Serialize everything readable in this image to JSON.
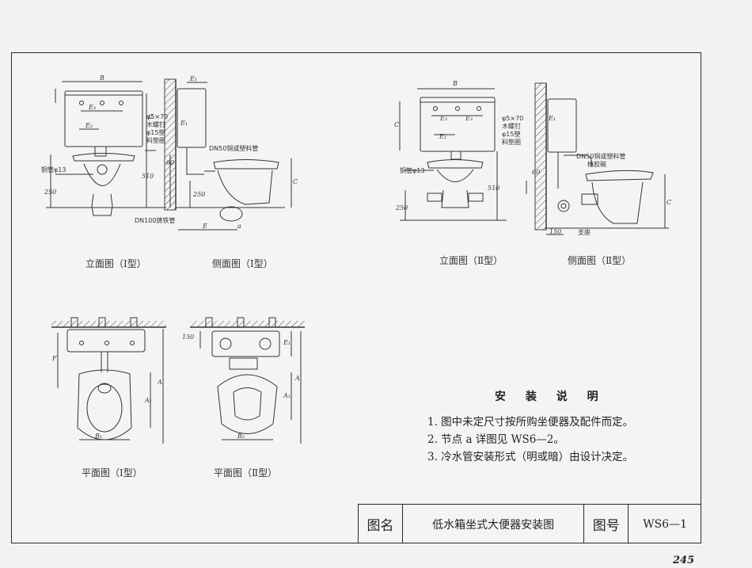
{
  "views": {
    "elev1": "立面图（Ⅰ型）",
    "side1": "侧面图（Ⅰ型）",
    "elev2": "立面图（Ⅱ型）",
    "side2": "侧面图（Ⅱ型）",
    "plan1": "平面图（Ⅰ型）",
    "plan2": "平面图（Ⅱ型）"
  },
  "annotations": {
    "screw1": "φ5×70",
    "screw2": "木螺钉",
    "screw3": "φ15塑",
    "screw4": "料垫圈",
    "copper_pipe": "铜管φ13",
    "waste_pipe_1": "DN50铜或塑料管",
    "waste_pipe_2": "DN50铜或塑料管",
    "rubber_bowl": "橡胶碗",
    "cast_iron": "DN100铸铁管",
    "support": "支座",
    "dim_B": "B",
    "dim_E1": "E₁",
    "dim_E3": "E₃",
    "dim_E2": "E₂",
    "dim_E": "E",
    "dim_C": "C",
    "dim_A": "A",
    "dim_A1": "A₁",
    "dim_B1": "B₁",
    "dim_B2": "B₂",
    "dim_F": "F",
    "dim_a": "a",
    "dim_510": "510",
    "dim_250": "250",
    "dim_60": "60",
    "dim_150": "150"
  },
  "notes": {
    "title": "安 装 说 明",
    "items": [
      "1. 图中未定尺寸按所购坐便器及配件而定。",
      "2. 节点 a 详图见 WS6—2。",
      "3. 冷水管安装形式（明或暗）由设计决定。"
    ]
  },
  "title_block": {
    "name_label": "图名",
    "name": "低水箱坐式大便器安装图",
    "number_label": "图号",
    "number": "WS6—1"
  },
  "page_number": "245"
}
